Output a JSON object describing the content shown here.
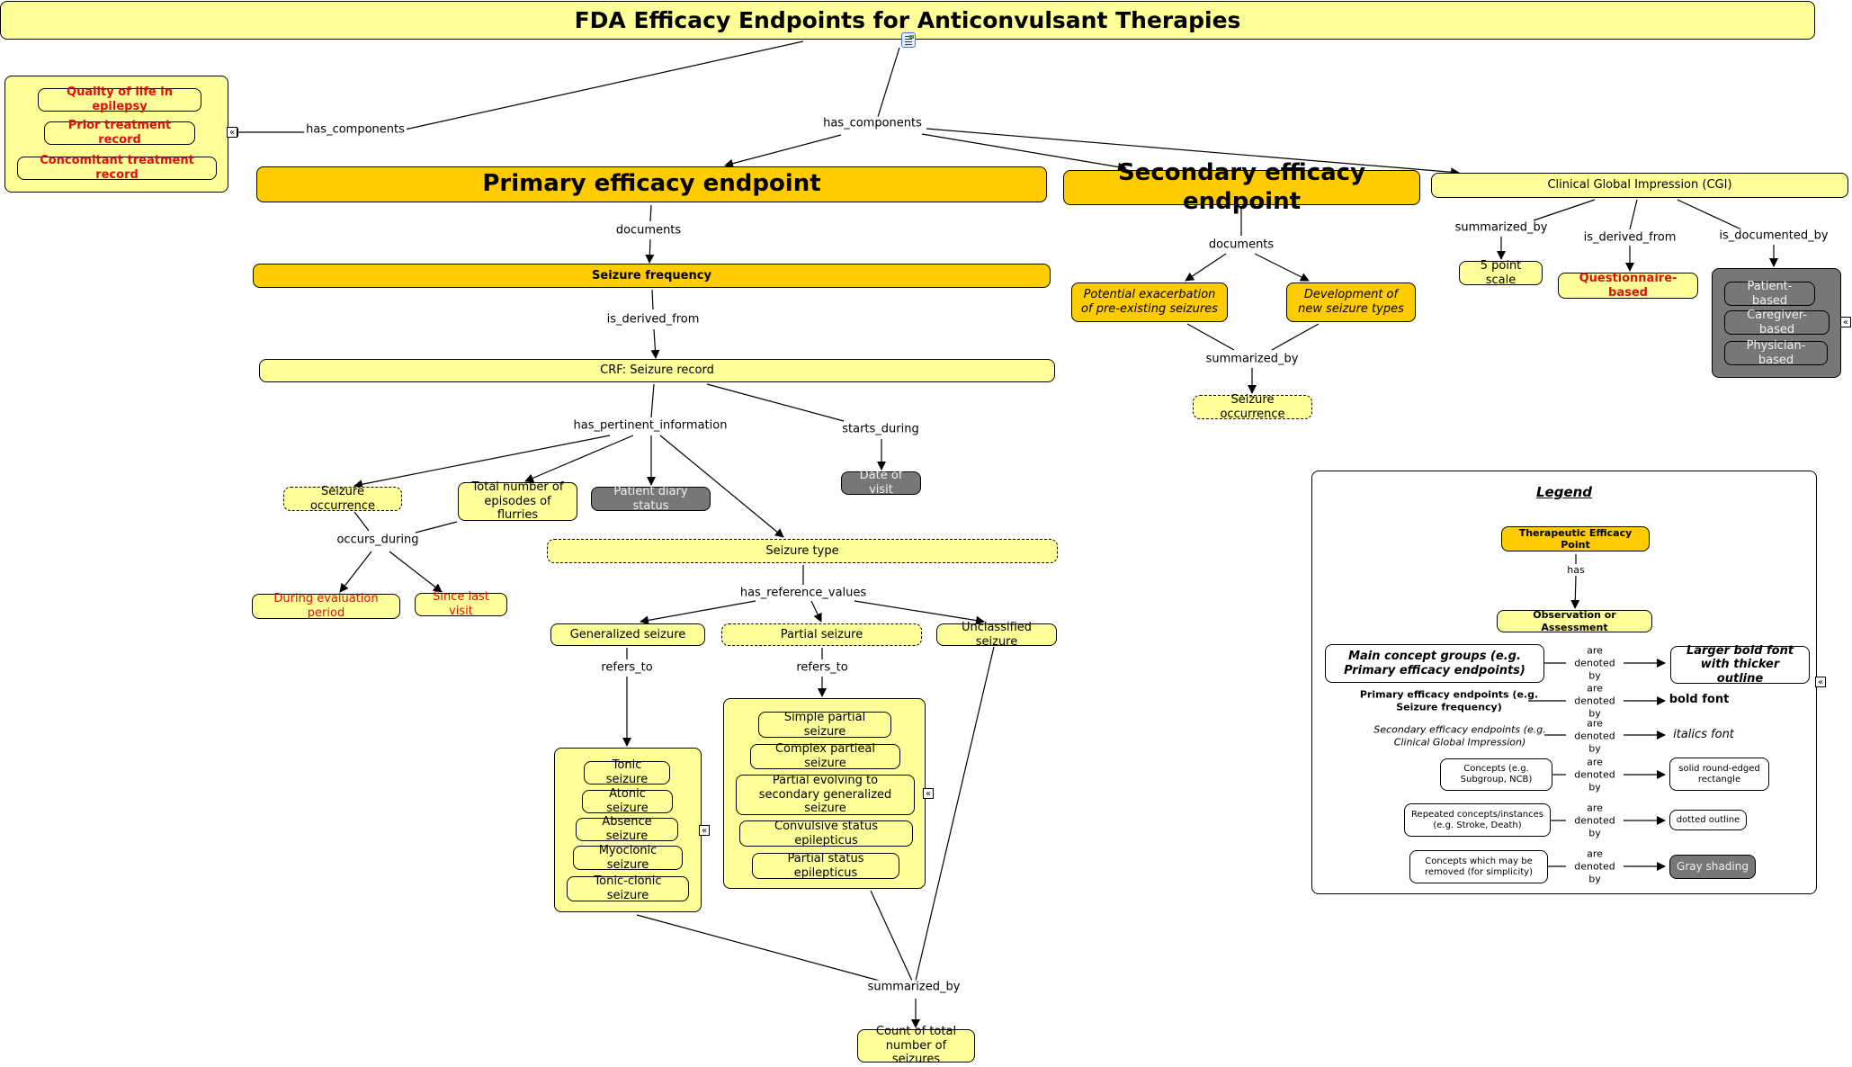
{
  "title": "FDA Efficacy Endpoints for Anticonvulsant Therapies",
  "icons": {
    "attachment": "document-image-icon",
    "collapse": "collapse-chevrons-icon"
  },
  "colors": {
    "concept": "#ffff99",
    "main_group": "#ffcc00",
    "removable": "#777777",
    "highlight_text": "#dd1111"
  },
  "left_group": {
    "items": [
      "Quality of life in epilepsy",
      "Prior treatment record",
      "Concomitant treatment record"
    ]
  },
  "links": {
    "has_components_left": "has_components",
    "has_components": "has_components",
    "documents_primary": "documents",
    "is_derived_from_crf": "is_derived_from",
    "has_pertinent_information": "has_pertinent_information",
    "starts_during": "starts_during",
    "occurs_during": "occurs_during",
    "has_reference_values": "has_reference_values",
    "refers_to_gen": "refers_to",
    "refers_to_partial": "refers_to",
    "summarized_by_count": "summarized_by",
    "documents_secondary": "documents",
    "summarized_by_secondary": "summarized_by",
    "summarized_by_cgi": "summarized_by",
    "is_derived_from_cgi": "is_derived_from",
    "is_documented_by": "is_documented_by"
  },
  "nodes": {
    "primary": "Primary efficacy endpoint",
    "secondary": "Secondary efficacy endpoint",
    "cgi": "Clinical Global Impression (CGI)",
    "seizure_frequency": "Seizure frequency",
    "crf": "CRF: Seizure record",
    "potential_exacerbation": "Potential exacerbation of pre-existing seizures",
    "new_seizure_types": "Development of new seizure types",
    "seizure_occurrence_secondary": "Seizure occurrence",
    "five_point_scale": "5 point scale",
    "questionnaire": "Questionnaire-based",
    "seizure_occurrence": "Seizure occurrence",
    "total_flurries": "Total number of episodes of flurries",
    "patient_diary": "Patient diary status",
    "date_of_visit": "Date of visit",
    "seizure_type": "Seizure type",
    "during_evaluation": "During evaluation period",
    "since_last_visit": "Since last visit",
    "generalized": "Generalized seizure",
    "partial": "Partial seizure",
    "unclassified": "Unclassified seizure",
    "count_total": "Count of total number of seizures"
  },
  "documented_group": {
    "items": [
      "Patient-based",
      "Caregiver-based",
      "Physician-based"
    ]
  },
  "generalized_group": {
    "items": [
      "Tonic seizure",
      "Atonic seizure",
      "Absence seizure",
      "Myoclonic seizure",
      "Tonic-clonic seizure"
    ]
  },
  "partial_group": {
    "items": [
      "Simple partial seizure",
      "Complex partieal seizure",
      "Partial evolving to secondary generalized seizure",
      "Convulsive status epilepticus",
      "Partial status epilepticus"
    ]
  },
  "legend": {
    "title": "Legend",
    "top": "Therapeutic Efficacy Point",
    "has": "has",
    "bottom": "Observation or Assessment",
    "denoted": "are denoted by",
    "rows": [
      {
        "left": "Main concept groups (e.g. Primary efficacy endpoints)",
        "right": "Larger bold font with thicker outline"
      },
      {
        "left": "Primary efficacy endpoints (e.g. Seizure frequency)",
        "right": "bold font"
      },
      {
        "left": "Secondary efficacy endpoints (e.g. Clinical Global Impression)",
        "right": "italics font"
      },
      {
        "left": "Concepts (e.g. Subgroup, NCB)",
        "right": "solid round-edged rectangle"
      },
      {
        "left": "Repeated concepts/instances (e.g. Stroke, Death)",
        "right": "dotted outline"
      },
      {
        "left": "Concepts which may be removed (for simplicity)",
        "right": "Gray shading"
      }
    ]
  }
}
